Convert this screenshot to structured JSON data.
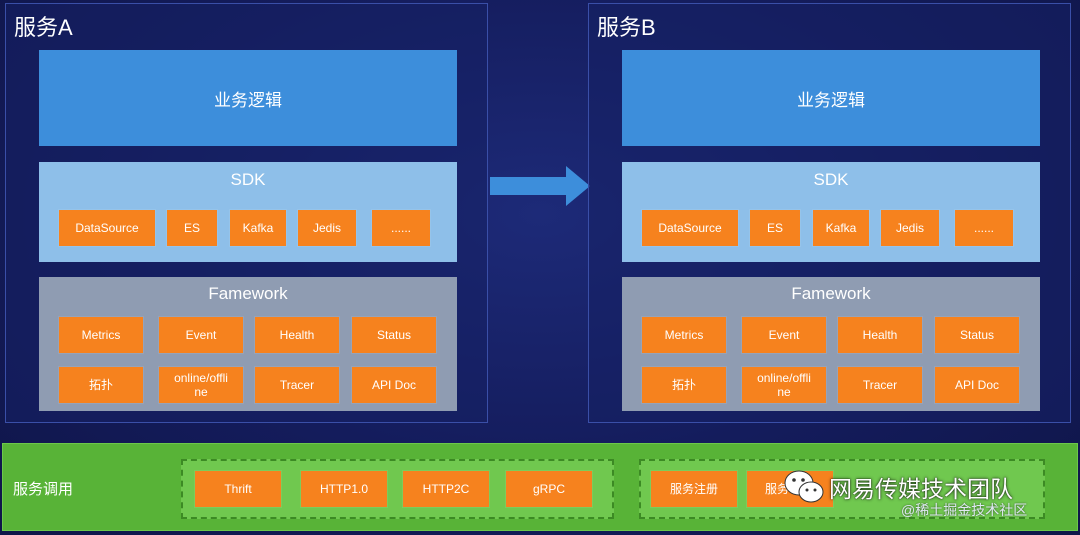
{
  "services": [
    {
      "title": "服务A",
      "business_logic": "业务逻辑",
      "sdk": {
        "title": "SDK",
        "items": [
          "DataSource",
          "ES",
          "Kafka",
          "Jedis",
          "......"
        ]
      },
      "framework": {
        "title": "Famework",
        "row1": [
          "Metrics",
          "Event",
          "Health",
          "Status"
        ],
        "row2": [
          "拓扑",
          "online/offli\nne",
          "Tracer",
          "API Doc"
        ]
      }
    },
    {
      "title": "服务B",
      "business_logic": "业务逻辑",
      "sdk": {
        "title": "SDK",
        "items": [
          "DataSource",
          "ES",
          "Kafka",
          "Jedis",
          "......"
        ]
      },
      "framework": {
        "title": "Famework",
        "row1": [
          "Metrics",
          "Event",
          "Health",
          "Status"
        ],
        "row2": [
          "拓扑",
          "online/offli\nne",
          "Tracer",
          "API Doc"
        ]
      }
    }
  ],
  "service_call": {
    "label": "服务调用",
    "protocols": [
      "Thrift",
      "HTTP1.0",
      "HTTP2C",
      "gRPC"
    ],
    "governance": [
      "服务注册",
      "服务"
    ]
  },
  "watermark": {
    "main": "网易传媒技术团队",
    "sub": "@稀土掘金技术社区"
  },
  "colors": {
    "background": "#141c5c",
    "business_logic": "#3d8edb",
    "sdk": "#8ebfe9",
    "framework": "#8f9cb2",
    "chip": "#f6821e",
    "service_call_bar": "#58b337",
    "arrow": "#3d8edb"
  }
}
